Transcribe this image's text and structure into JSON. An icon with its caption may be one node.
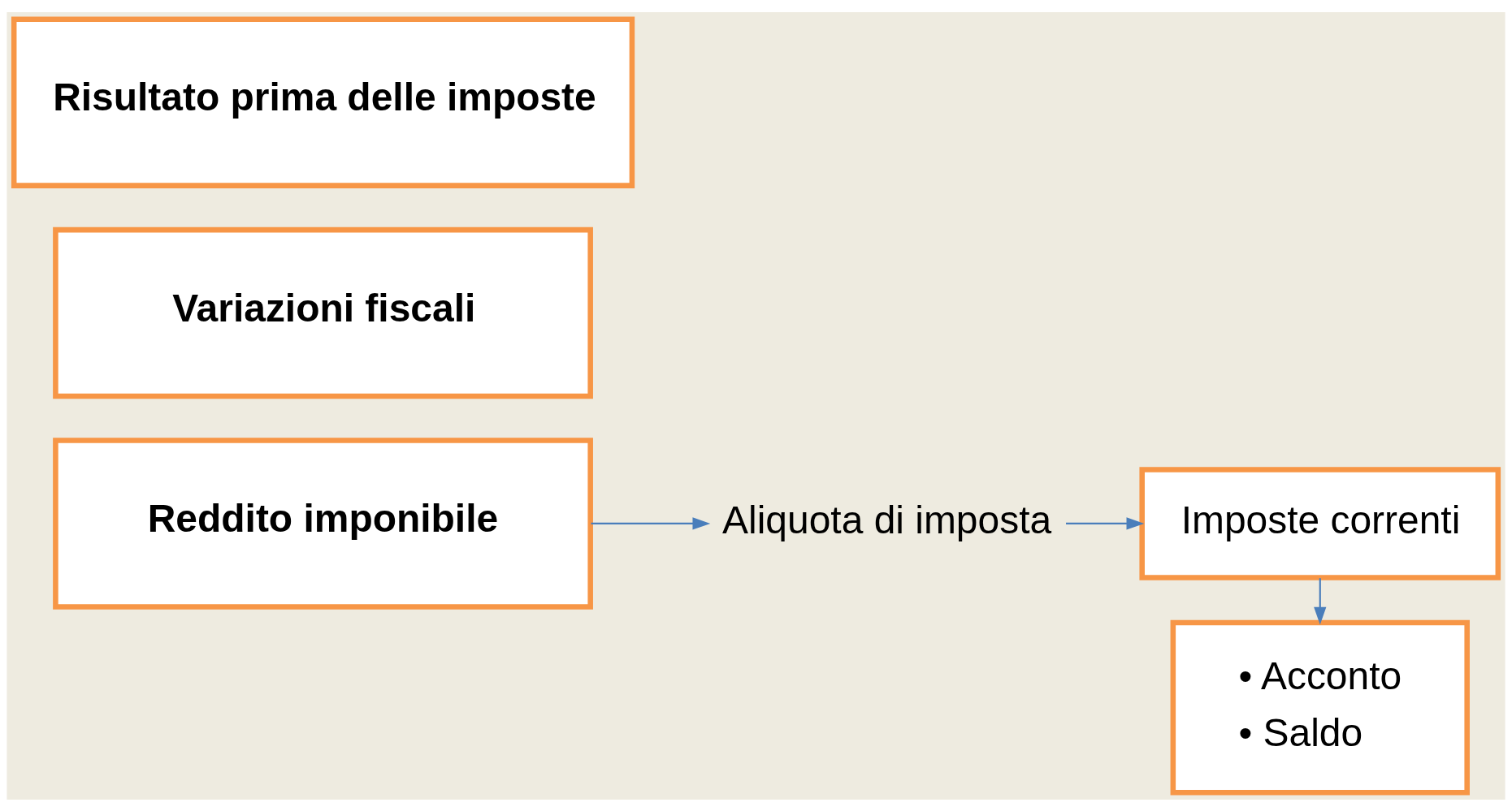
{
  "diagram": {
    "nodes": [
      {
        "text": [
          "Risultato prima delle imposte"
        ]
      },
      {
        "text": [
          "Variazioni fiscali"
        ]
      },
      {
        "text": [
          "Reddito imponibile"
        ]
      },
      {
        "text": [
          "Aliquota di imposta"
        ]
      },
      {
        "text": [
          "Imposte correnti"
        ]
      },
      {
        "text": [
          "• Acconto",
          "• Saldo"
        ]
      }
    ],
    "edges": [
      {
        "from": 2,
        "to": 3,
        "arrow": "to"
      },
      {
        "from": 3,
        "to": 4,
        "arrow": "to"
      },
      {
        "from": 4,
        "to": 5,
        "arrow": "to"
      }
    ]
  }
}
